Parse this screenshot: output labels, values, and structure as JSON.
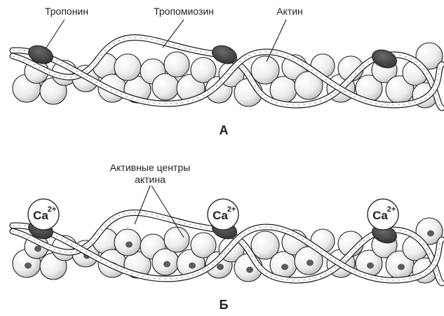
{
  "labels": {
    "troponin": "Тропонин",
    "tropomyosin": "Тропомиозин",
    "actin": "Актин",
    "active_centers_line1": "Активные центры",
    "active_centers_line2": "актина"
  },
  "panels": {
    "a": "А",
    "b": "Б"
  },
  "calcium": {
    "symbol": "Ca",
    "charge": "2+"
  },
  "colors": {
    "ink": "#231f20",
    "sphere_fill": "#eeeeee",
    "troponin_fill": "#4a4a4a",
    "active_site": "#5c5c5c"
  }
}
